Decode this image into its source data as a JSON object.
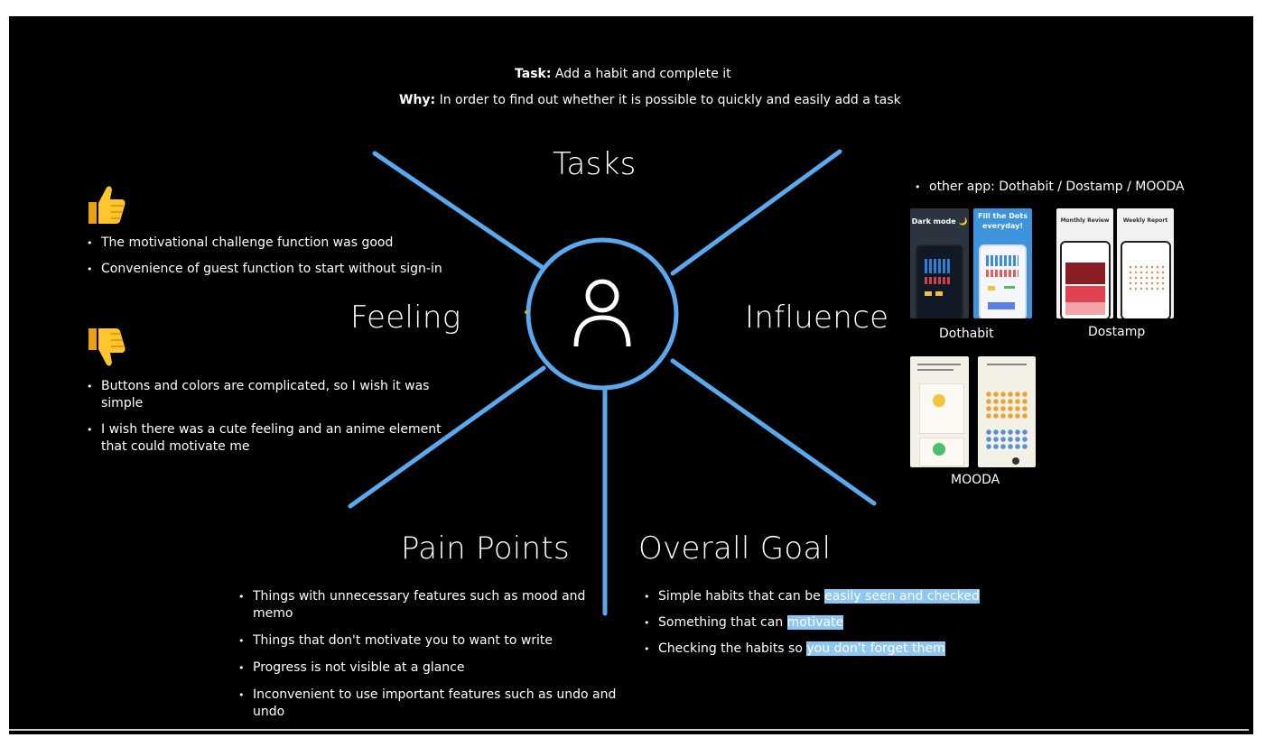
{
  "header": {
    "task_label": "Task:",
    "task_text": " Add a habit and complete it",
    "why_label": "Why:",
    "why_text": " In order to find out whether it is possible to quickly and easily add a task"
  },
  "diagram": {
    "center_icon": "user-icon",
    "line_color": "#5aa9ee",
    "categories": {
      "tasks": "Tasks",
      "feeling": "Feeling",
      "influence": "Influence",
      "pain_points": "Pain Points",
      "overall_goal": "Overall Goal"
    }
  },
  "feeling": {
    "positive_icon": "thumbs-up-icon",
    "positive": [
      "The motivational challenge function was good",
      "Convenience of guest function to start without sign-in"
    ],
    "negative_icon": "thumbs-down-icon",
    "negative": [
      "Buttons and colors are complicated, so I wish it was simple",
      "I wish there was a cute feeling and an anime element",
      "that could motivate me"
    ]
  },
  "influence": {
    "other_apps": "other app: Dothabit / Dostamp / MOODA",
    "dothabit": {
      "caption": "Dothabit",
      "panel1": "Dark mode 🌙",
      "panel2_line1": "Fill the Dots",
      "panel2_line2": "everyday!"
    },
    "dostamp": {
      "caption": "Dostamp",
      "panel1": "Monthly Review",
      "panel2": "Weekly Report"
    },
    "mooda": {
      "caption": "MOODA"
    }
  },
  "pain_points": [
    "Things with unnecessary features such as mood and memo",
    "Things that don't motivate you to want to write",
    "Progress is not visible at a glance",
    "Inconvenient to use important features such as undo and undo"
  ],
  "overall_goal": [
    {
      "text": "Simple habits that can be ",
      "highlight": "easily seen and checked"
    },
    {
      "text": "Something that can ",
      "highlight": "motivate"
    },
    {
      "text": "Checking the habits so ",
      "highlight": "you don't forget them"
    }
  ],
  "colors": {
    "highlight": "#8ec8f2",
    "accent": "#5aa9ee",
    "background": "#000000"
  }
}
